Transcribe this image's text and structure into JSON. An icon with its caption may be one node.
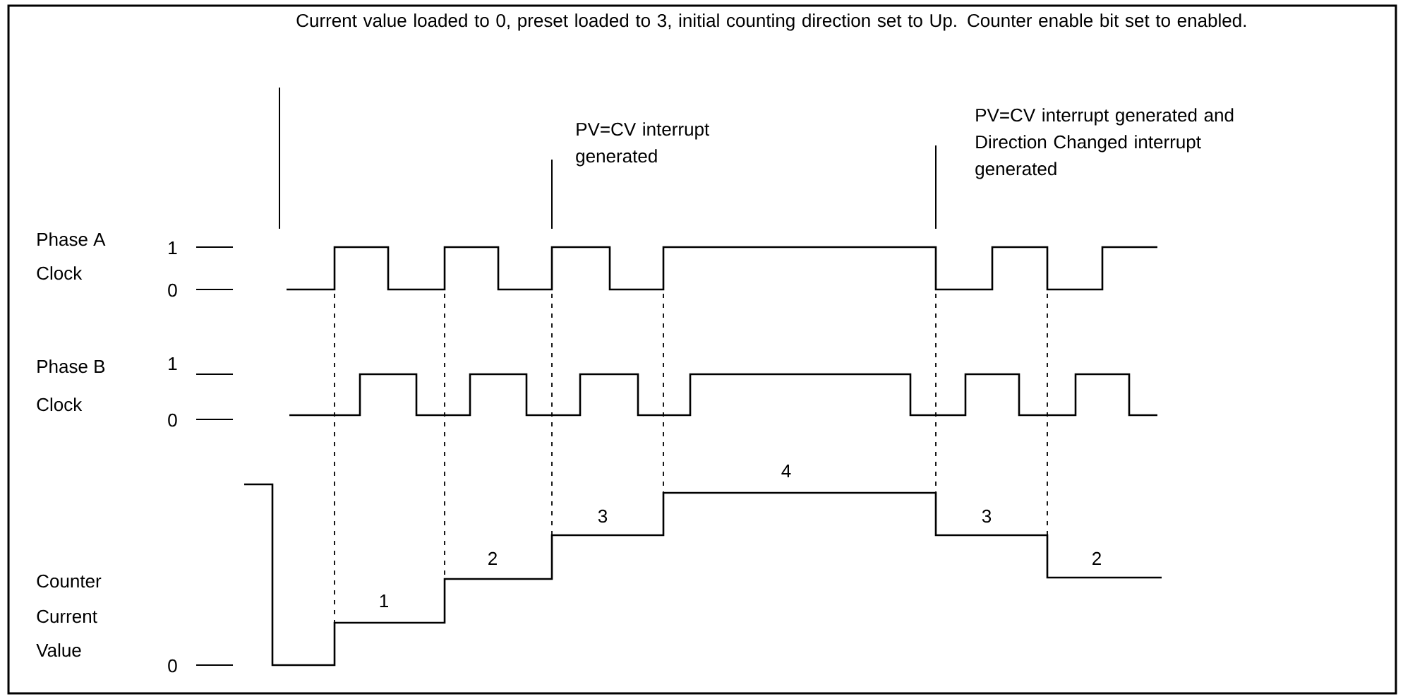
{
  "diagram": {
    "labels": [
      "Current value loaded to 0, preset loaded to 3, initial counting direction set to Up. Counter enable bit set to enabled.",
      "PV=CV interrupt generated",
      "PV=CV interrupt generated and Direction Changed interrupt generated",
      "Phase A",
      "1",
      "Clock",
      "0",
      "Phase B",
      "1",
      "Clock",
      "0",
      "4",
      "3",
      "3",
      "2",
      "2",
      "Counter",
      "1",
      "Current",
      "Value",
      "0"
    ]
  }
}
